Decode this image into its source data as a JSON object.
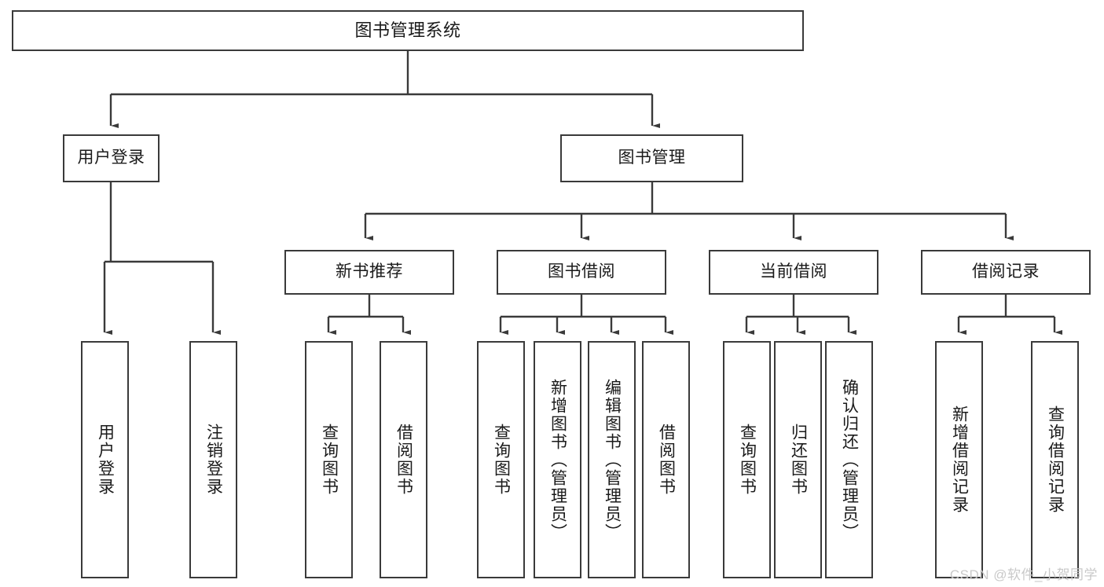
{
  "diagram": {
    "title": "图书管理系统",
    "type": "tree-hierarchy",
    "watermark": "CSDN @软件_小贺同学",
    "colors": {
      "node_border": "#3a3a3a",
      "node_fill": "#ffffff",
      "connector": "#3a3a3a",
      "text": "#1a1a1a",
      "watermark": "#c9c9c9"
    },
    "root": {
      "label": "图书管理系统"
    },
    "level2": [
      {
        "id": "user-login",
        "label": "用户登录"
      },
      {
        "id": "book-manage",
        "label": "图书管理"
      }
    ],
    "level3": [
      {
        "id": "new-book-rec",
        "label": "新书推荐"
      },
      {
        "id": "book-borrow",
        "label": "图书借阅"
      },
      {
        "id": "current-borrow",
        "label": "当前借阅"
      },
      {
        "id": "borrow-record",
        "label": "借阅记录"
      }
    ],
    "leaves": [
      {
        "id": "leaf-user-login",
        "parent": "user-login",
        "label": "用户登录"
      },
      {
        "id": "leaf-logout",
        "parent": "user-login",
        "label": "注销登录"
      },
      {
        "id": "leaf-query-book-1",
        "parent": "new-book-rec",
        "label": "查询图书"
      },
      {
        "id": "leaf-borrow-book-1",
        "parent": "new-book-rec",
        "label": "借阅图书"
      },
      {
        "id": "leaf-query-book-2",
        "parent": "book-borrow",
        "label": "查询图书"
      },
      {
        "id": "leaf-add-book",
        "parent": "book-borrow",
        "label": "新增图书（管理员）"
      },
      {
        "id": "leaf-edit-book",
        "parent": "book-borrow",
        "label": "编辑图书（管理员）"
      },
      {
        "id": "leaf-borrow-book-2",
        "parent": "book-borrow",
        "label": "借阅图书"
      },
      {
        "id": "leaf-query-book-3",
        "parent": "current-borrow",
        "label": "查询图书"
      },
      {
        "id": "leaf-return-book",
        "parent": "current-borrow",
        "label": "归还图书"
      },
      {
        "id": "leaf-confirm-return",
        "parent": "current-borrow",
        "label": "确认归还（管理员）"
      },
      {
        "id": "leaf-add-record",
        "parent": "borrow-record",
        "label": "新增借阅记录"
      },
      {
        "id": "leaf-query-record",
        "parent": "borrow-record",
        "label": "查询借阅记录"
      }
    ]
  }
}
